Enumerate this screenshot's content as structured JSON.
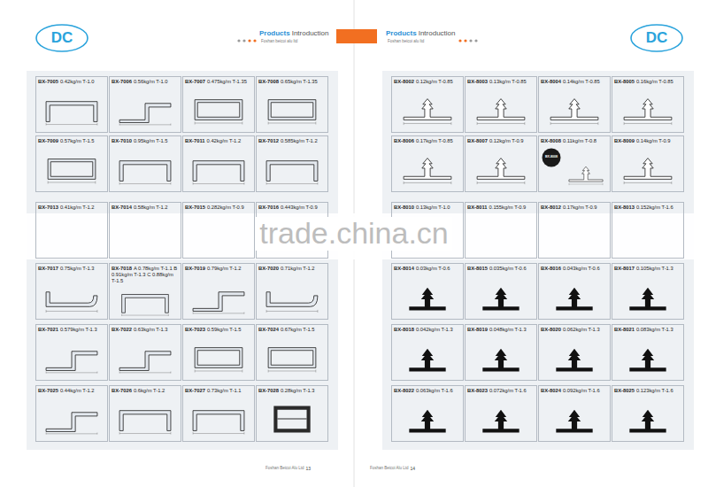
{
  "diagram": {
    "nodes": [
      {
        "text": [
          "BX-7005",
          "0.42kg/m T-1.0"
        ]
      },
      {
        "text": [
          "BX-7006",
          "0.56kg/m T-1.0"
        ]
      },
      {
        "text": [
          "BX-7007",
          "0.475kg/m T-1.35"
        ]
      },
      {
        "text": [
          "BX-7008",
          "0.65kg/m T-1.35"
        ]
      },
      {
        "text": [
          "BX-7009",
          "0.57kg/m T-1.5"
        ]
      },
      {
        "text": [
          "BX-7010",
          "0.95kg/m T-1.5"
        ]
      },
      {
        "text": [
          "BX-7011",
          "0.42kg/m T-1.2"
        ]
      },
      {
        "text": [
          "BX-7012",
          "0.585kg/m T-1.2"
        ]
      },
      {
        "text": [
          "BX-7013",
          "0.41kg/m T-1.2"
        ]
      },
      {
        "text": [
          "BX-7014",
          "0.58kg/m T-1.2"
        ]
      },
      {
        "text": [
          "BX-7015",
          "0.282kg/m T-0.9"
        ]
      },
      {
        "text": [
          "BX-7016",
          "0.443kg/m T-0.9"
        ]
      },
      {
        "text": [
          "BX-7017",
          "0.75kg/m T-1.3"
        ]
      },
      {
        "text": [
          "BX-7018",
          "A 0.78kg/m T-1.1 B 0.91kg/m T-1.3 C 0.88kg/m T-1.5"
        ]
      },
      {
        "text": [
          "BX-7019",
          "0.79kg/m T-1.2"
        ]
      },
      {
        "text": [
          "BX-7020",
          "0.71kg/m T-1.2"
        ]
      },
      {
        "text": [
          "BX-7021",
          "0.579kg/m T-1.3"
        ]
      },
      {
        "text": [
          "BX-7022",
          "0.63kg/m T-1.3"
        ]
      },
      {
        "text": [
          "BX-7023",
          "0.59kg/m T-1.5"
        ]
      },
      {
        "text": [
          "BX-7024",
          "0.67kg/m T-1.5"
        ]
      },
      {
        "text": [
          "BX-7025",
          "0.44kg/m T-1.2"
        ]
      },
      {
        "text": [
          "BX-7026",
          "0.6kg/m T-1.2"
        ]
      },
      {
        "text": [
          "BX-7027",
          "0.73kg/m T-1.1"
        ]
      },
      {
        "text": [
          "BX-7028",
          "0.28kg/m T-1.3"
        ]
      },
      {
        "text": [
          "BX-8002",
          "0.12kg/m T-0.85"
        ]
      },
      {
        "text": [
          "BX-8003",
          "0.13kg/m T-0.85"
        ]
      },
      {
        "text": [
          "BX-8004",
          "0.14kg/m T-0.85"
        ]
      },
      {
        "text": [
          "BX-8005",
          "0.16kg/m T-0.85"
        ]
      },
      {
        "text": [
          "BX-8006",
          "0.17kg/m T-0.85"
        ]
      },
      {
        "text": [
          "BX-8007",
          "0.12kg/m T-0.9"
        ]
      },
      {
        "text": [
          "BX-8008",
          "0.11kg/m T-0.8"
        ]
      },
      {
        "text": [
          "BX-8009",
          "0.14kg/m T-0.9"
        ]
      },
      {
        "text": [
          "BX-8010",
          "0.13kg/m T-1.0"
        ]
      },
      {
        "text": [
          "BX-8011",
          "0.155kg/m T-0.9"
        ]
      },
      {
        "text": [
          "BX-8012",
          "0.17kg/m T-0.9"
        ]
      },
      {
        "text": [
          "BX-8013",
          "0.152kg/m T-1.6"
        ]
      },
      {
        "text": [
          "BX-8014",
          "0.03kg/m T-0.6"
        ]
      },
      {
        "text": [
          "BX-8015",
          "0.035kg/m T-0.6"
        ]
      },
      {
        "text": [
          "BX-8016",
          "0.043kg/m T-0.6"
        ]
      },
      {
        "text": [
          "BX-8017",
          "0.105kg/m T-1.3"
        ]
      },
      {
        "text": [
          "BX-8018",
          "0.042kg/m T-1.3"
        ]
      },
      {
        "text": [
          "BX-8019",
          "0.048kg/m T-1.3"
        ]
      },
      {
        "text": [
          "BX-8020",
          "0.062kg/m T-1.3"
        ]
      },
      {
        "text": [
          "BX-8021",
          "0.083kg/m T-1.3"
        ]
      },
      {
        "text": [
          "BX-8022",
          "0.063kg/m T-1.6"
        ]
      },
      {
        "text": [
          "BX-8023",
          "0.072kg/m T-1.6"
        ]
      },
      {
        "text": [
          "BX-8024",
          "0.092kg/m T-1.6"
        ]
      },
      {
        "text": [
          "BX-8025",
          "0.123kg/m T-1.6"
        ]
      }
    ],
    "labels": [
      "DC",
      "Products",
      "Introduction",
      "Foshan beicoi alu ltd",
      "Products",
      "Introduction",
      "Foshan beicoi alu ltd",
      "DC",
      "BX-8008",
      "trade.china.cn",
      "Foshan Beicoi Alu Ltd",
      "13",
      "Foshan Beicoi Alu Ltd",
      "14"
    ]
  }
}
